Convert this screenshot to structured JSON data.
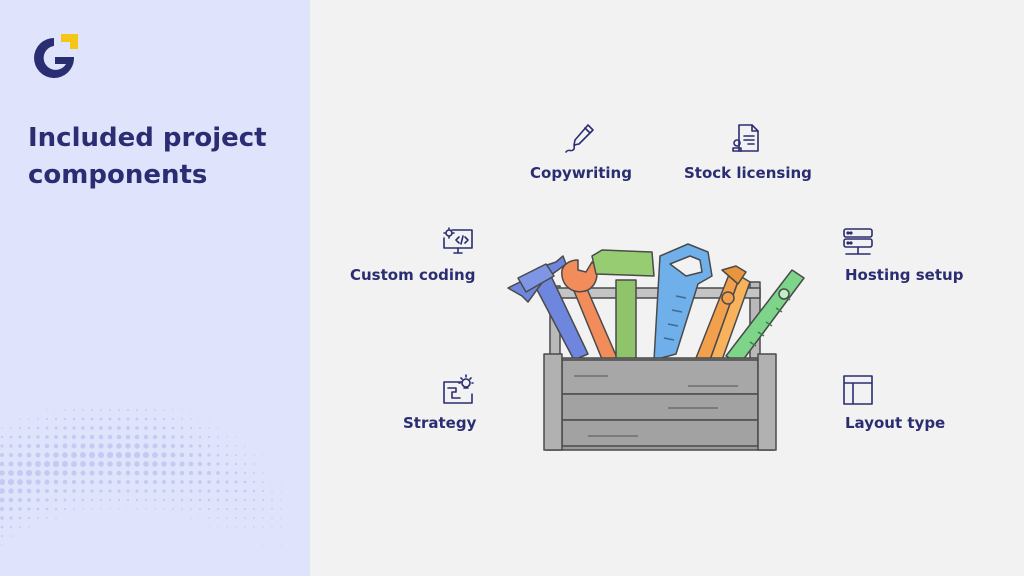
{
  "heading": {
    "line1": "Included project",
    "line2": "components"
  },
  "colors": {
    "accent": "#2b2d72",
    "brand_yellow": "#f5c518",
    "panel": "#dfe4fc"
  },
  "components": {
    "copywriting": {
      "label": "Copywriting",
      "icon": "pen-icon"
    },
    "stock_licensing": {
      "label": "Stock licensing",
      "icon": "document-stamp-icon"
    },
    "custom_coding": {
      "label": "Custom coding",
      "icon": "monitor-code-icon"
    },
    "hosting_setup": {
      "label": "Hosting setup",
      "icon": "server-icon"
    },
    "strategy": {
      "label": "Strategy",
      "icon": "strategy-plan-icon"
    },
    "layout_type": {
      "label": "Layout type",
      "icon": "layout-icon"
    }
  }
}
